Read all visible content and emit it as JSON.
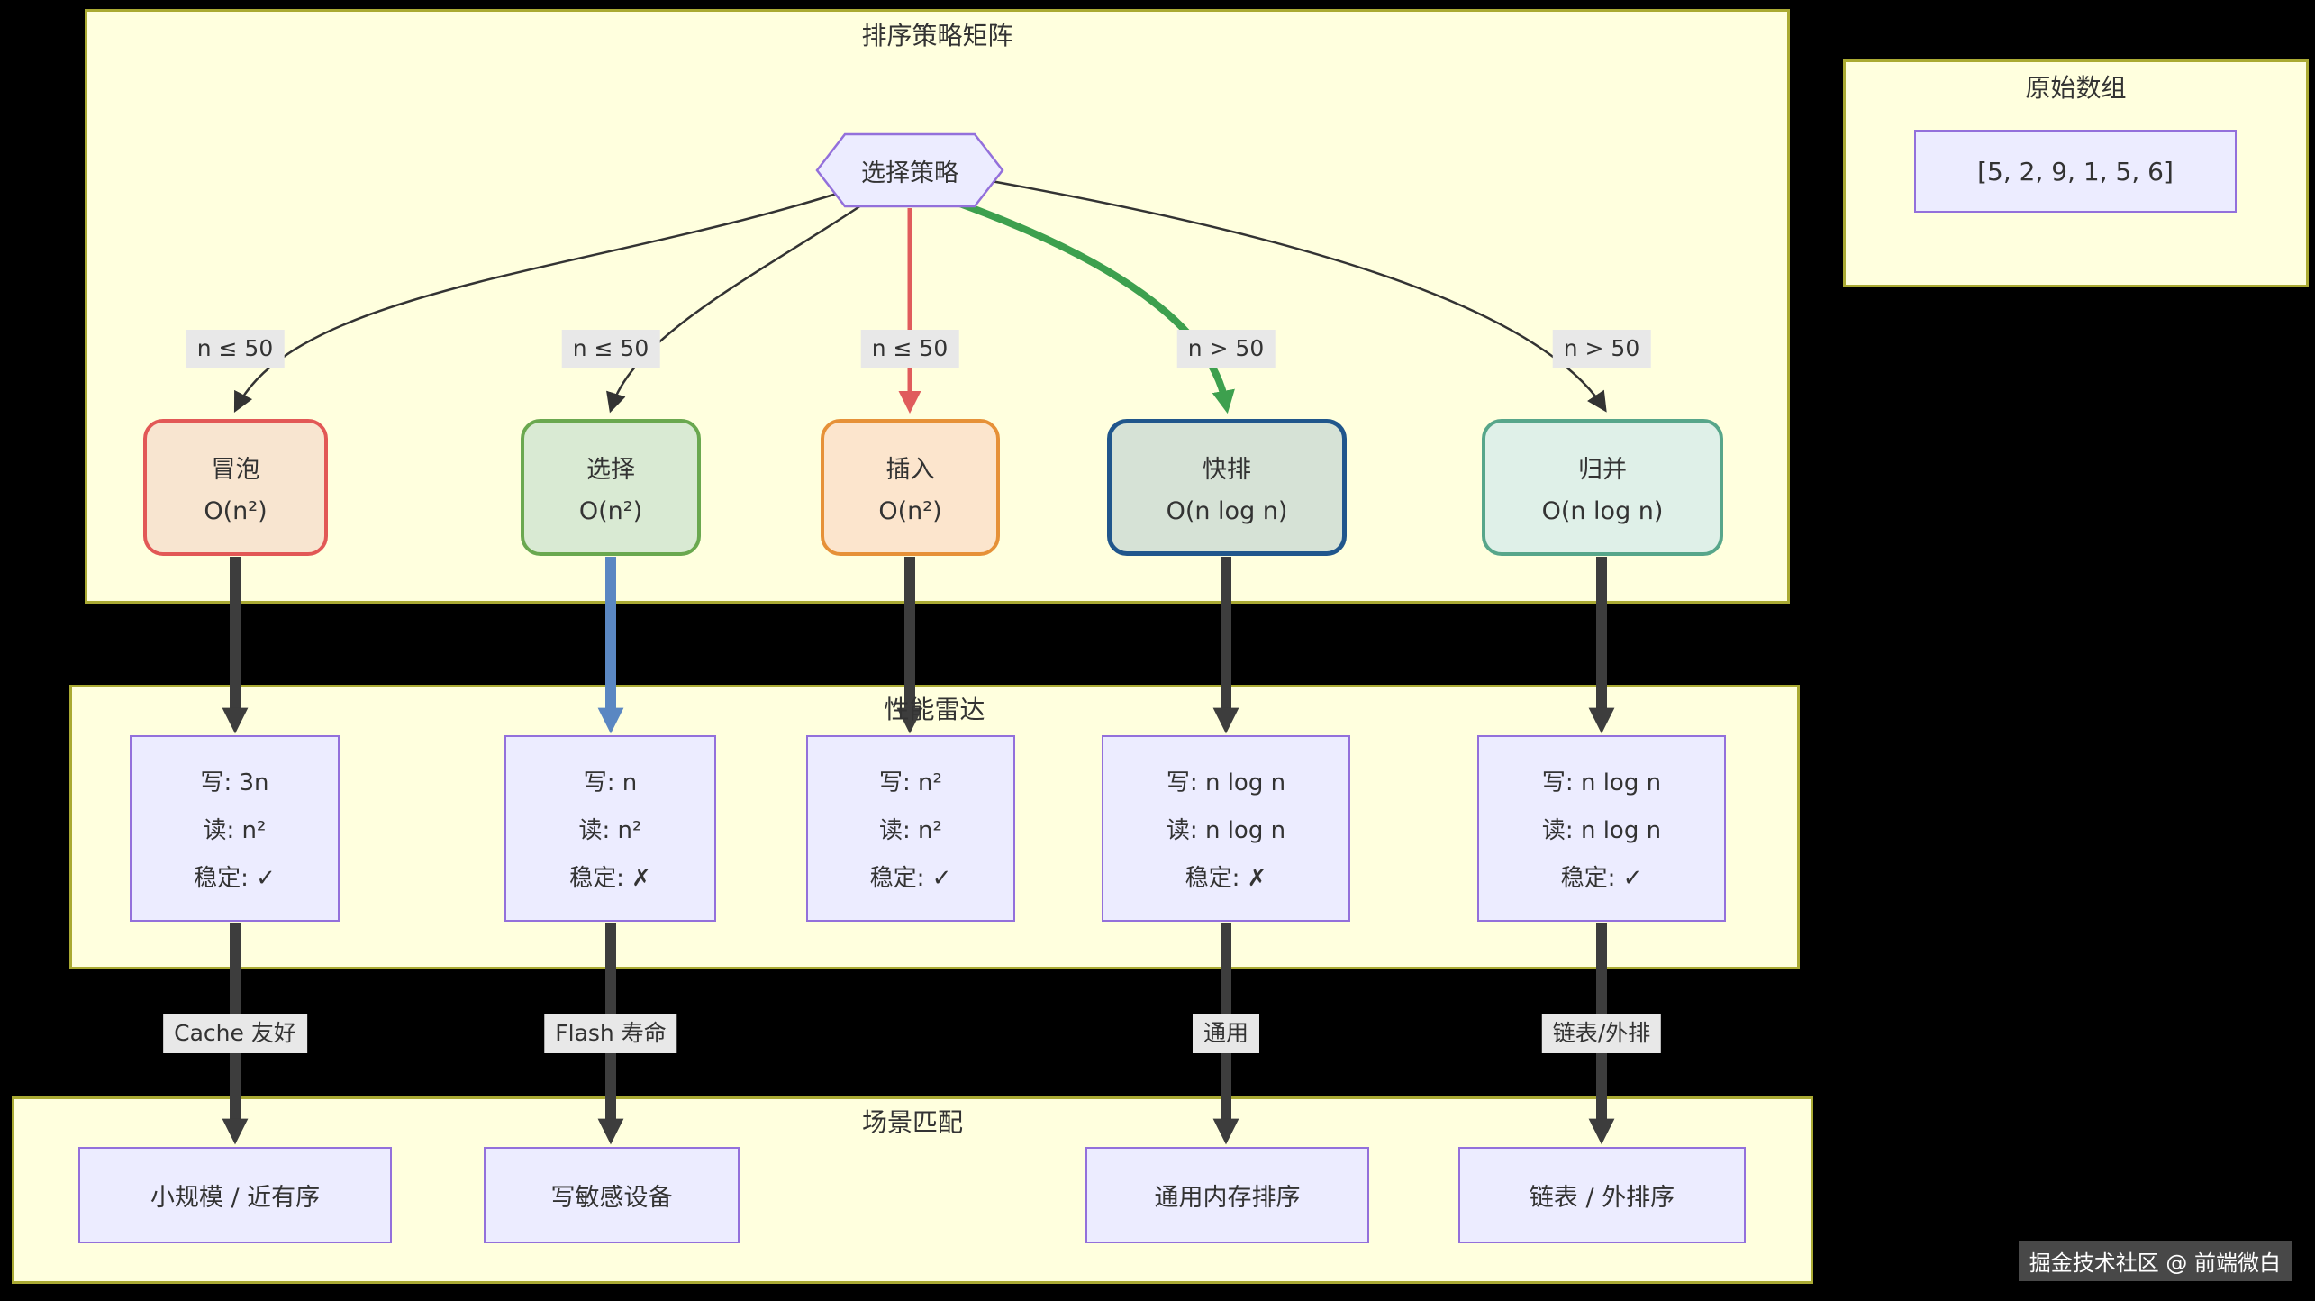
{
  "canvas": {
    "background": "#000000"
  },
  "array_panel": {
    "title": "原始数组",
    "value": "[5, 2, 9, 1, 5, 6]"
  },
  "strategy_panel": {
    "title": "排序策略矩阵",
    "root_label": "选择策略",
    "branches": [
      {
        "condition": "n ≤ 50",
        "name": "冒泡",
        "complexity": "O(n²)"
      },
      {
        "condition": "n ≤ 50",
        "name": "选择",
        "complexity": "O(n²)"
      },
      {
        "condition": "n ≤ 50",
        "name": "插入",
        "complexity": "O(n²)"
      },
      {
        "condition": "n > 50",
        "name": "快排",
        "complexity": "O(n log n)"
      },
      {
        "condition": "n > 50",
        "name": "归并",
        "complexity": "O(n log n)"
      }
    ]
  },
  "performance_panel": {
    "title": "性能雷达",
    "cards": [
      {
        "write": "写: 3n",
        "read": "读: n²",
        "stable": "稳定: ✓"
      },
      {
        "write": "写: n",
        "read": "读: n²",
        "stable": "稳定: ✗"
      },
      {
        "write": "写: n²",
        "read": "读: n²",
        "stable": "稳定: ✓"
      },
      {
        "write": "写: n log n",
        "read": "读: n log n",
        "stable": "稳定: ✗"
      },
      {
        "write": "写: n log n",
        "read": "读: n log n",
        "stable": "稳定: ✓"
      }
    ]
  },
  "scenario_panel": {
    "title": "场景匹配",
    "links": [
      {
        "label": "Cache 友好",
        "target": "小规模 / 近有序"
      },
      {
        "label": "Flash 寿命",
        "target": "写敏感设备"
      },
      {
        "label": "通用",
        "target": "通用内存排序"
      },
      {
        "label": "链表/外排",
        "target": "链表 / 外排序"
      }
    ]
  },
  "watermark": {
    "text": "掘金技术社区 @ 前端微白"
  },
  "colors": {
    "background": "#000000",
    "cluster_fill": "#ffffde",
    "cluster_border": "#aaaa33",
    "node_fill": "#ECECFF",
    "node_border": "#9370DB",
    "bubble": {
      "fill": "#f8e5d0",
      "border": "#e25856"
    },
    "selection": {
      "fill": "#d9ead3",
      "border": "#6aa84f"
    },
    "insertion": {
      "fill": "#fce5cd",
      "border": "#e69138"
    },
    "quick": {
      "fill": "#d6e2d6",
      "border": "#20568c"
    },
    "merge": {
      "fill": "#dff0e8",
      "border": "#57a68a"
    },
    "edge_red": "#e05c5c",
    "edge_green": "#3da04e",
    "edge_blue": "#5a87c2",
    "edge_dark": "#3d3d3d"
  }
}
